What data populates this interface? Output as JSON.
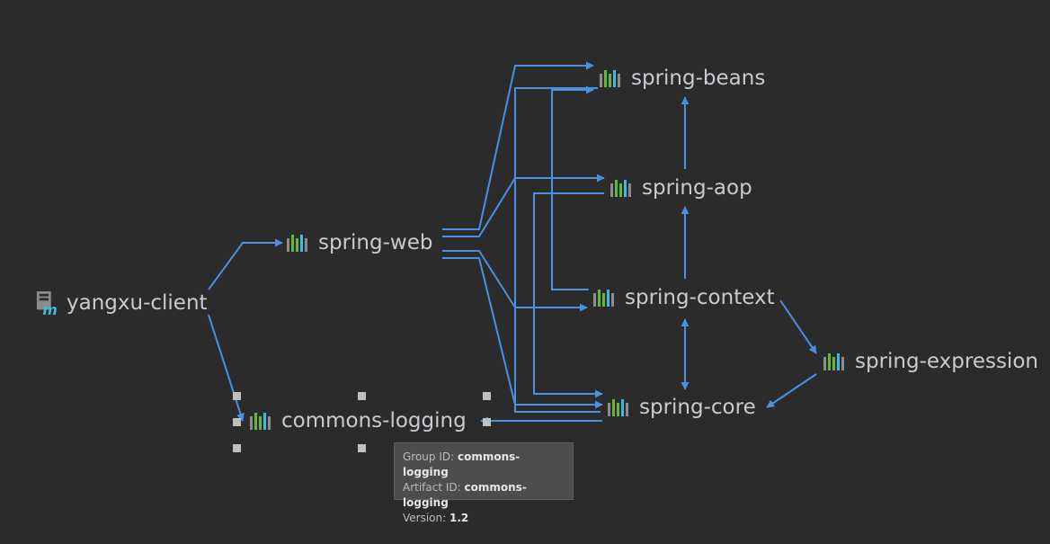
{
  "colors": {
    "background": "#2b2b2b",
    "edge": "#4a90e2",
    "text": "#c8cbd0",
    "icon_gray": "#8c8c8c",
    "icon_green": "#62b543",
    "icon_blue": "#40b6e0"
  },
  "nodes": {
    "client": {
      "label": "yangxu-client",
      "icon": "maven-module-icon"
    },
    "spring_web": {
      "label": "spring-web",
      "icon": "library-icon"
    },
    "commons_logging": {
      "label": "commons-logging",
      "icon": "library-icon"
    },
    "spring_beans": {
      "label": "spring-beans",
      "icon": "library-icon"
    },
    "spring_aop": {
      "label": "spring-aop",
      "icon": "library-icon"
    },
    "spring_context": {
      "label": "spring-context",
      "icon": "library-icon"
    },
    "spring_core": {
      "label": "spring-core",
      "icon": "library-icon"
    },
    "spring_expression": {
      "label": "spring-expression",
      "icon": "library-icon"
    }
  },
  "tooltip": {
    "group_label": "Group ID:",
    "group_value": "commons-logging",
    "artifact_label": "Artifact ID:",
    "artifact_value": "commons-logging",
    "version_label": "Version:",
    "version_value": "1.2"
  }
}
